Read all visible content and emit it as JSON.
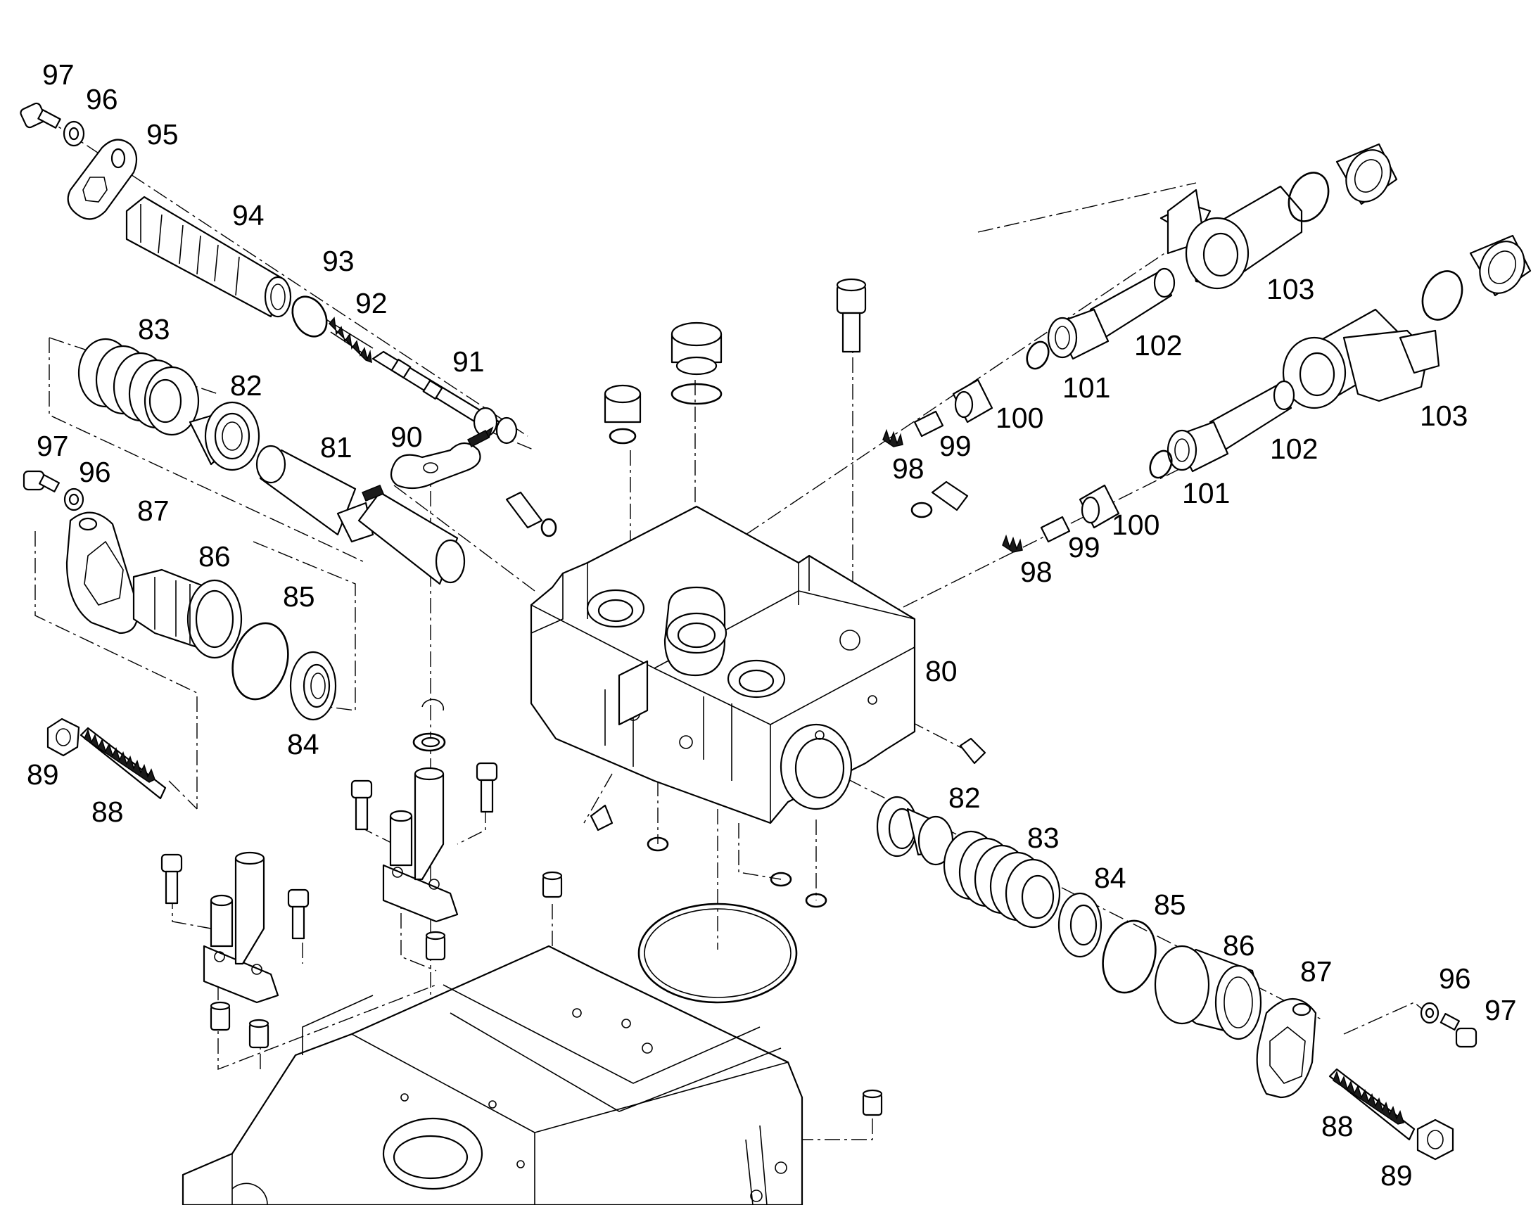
{
  "callouts": {
    "c97a": "97",
    "c96a": "96",
    "c95": "95",
    "c94": "94",
    "c93": "93",
    "c92": "92",
    "c91": "91",
    "c90": "90",
    "c83a": "83",
    "c82a": "82",
    "c81": "81",
    "c97b": "97",
    "c96b": "96",
    "c87a": "87",
    "c86a": "86",
    "c85a": "85",
    "c84a": "84",
    "c89a": "89",
    "c88a": "88",
    "c103a": "103",
    "c102a": "102",
    "c101a": "101",
    "c100a": "100",
    "c99a": "99",
    "c98a": "98",
    "c103b": "103",
    "c102b": "102",
    "c101b": "101",
    "c100b": "100",
    "c99b": "99",
    "c98b": "98",
    "c80": "80",
    "c82b": "82",
    "c83b": "83",
    "c84b": "84",
    "c85b": "85",
    "c86b": "86",
    "c87b": "87",
    "c96c": "96",
    "c97c": "97",
    "c88b": "88",
    "c89b": "89"
  }
}
